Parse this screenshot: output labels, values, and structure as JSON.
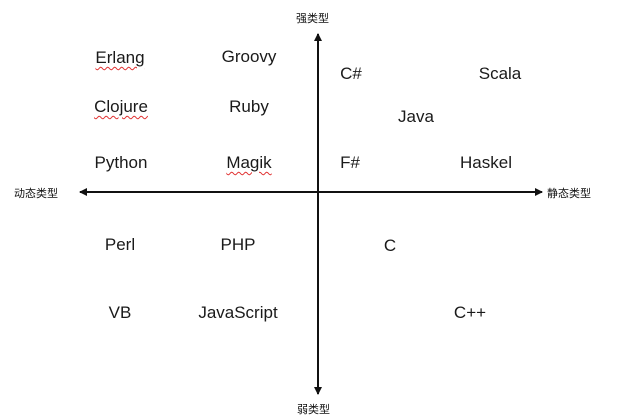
{
  "axes": {
    "top": "强类型",
    "bottom": "弱类型",
    "left": "动态类型",
    "right": "静态类型"
  },
  "languages": {
    "erlang": "Erlang",
    "groovy": "Groovy",
    "csharp": "C#",
    "scala": "Scala",
    "clojure": "Clojure",
    "ruby": "Ruby",
    "java": "Java",
    "python": "Python",
    "magik": "Magik",
    "fsharp": "F#",
    "haskel": "Haskel",
    "perl": "Perl",
    "php": "PHP",
    "c": "C",
    "vb": "VB",
    "javascript": "JavaScript",
    "cpp": "C++"
  },
  "colors": {
    "axis": "#111111",
    "text": "#1a1a1a",
    "spellcheck_underline": "#e03030"
  }
}
